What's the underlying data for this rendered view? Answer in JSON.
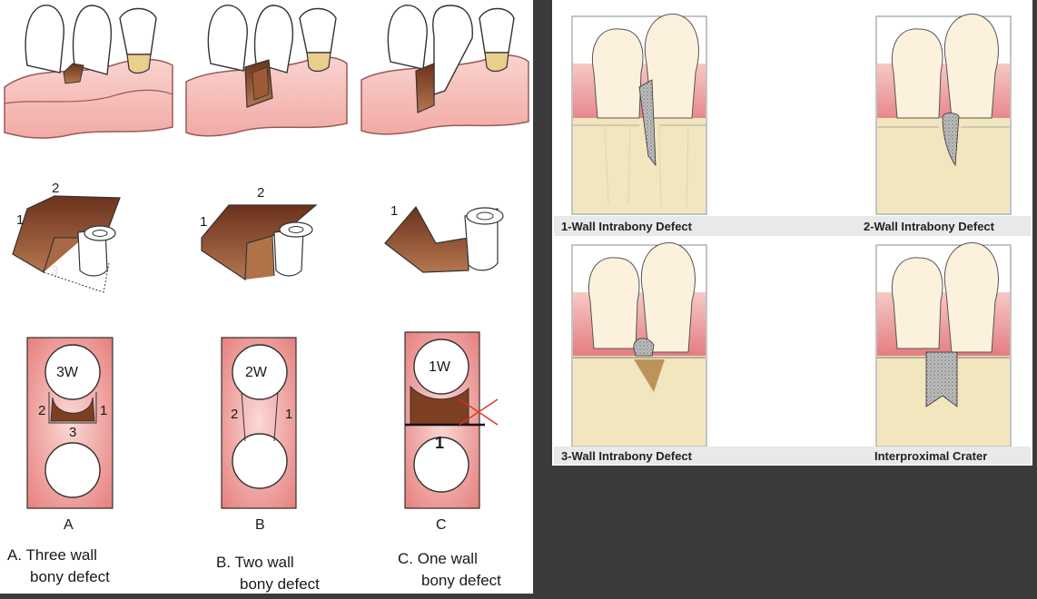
{
  "left_figure": {
    "columns": [
      {
        "letter": "A",
        "caption_line1": "A. Three wall",
        "caption_line2": "bony defect",
        "occlusal_label": "3W",
        "wall_numbers": [
          "1",
          "2",
          "3"
        ]
      },
      {
        "letter": "B",
        "caption_line1": "B. Two wall",
        "caption_line2": "bony defect",
        "occlusal_label": "2W",
        "wall_numbers": [
          "1",
          "2"
        ]
      },
      {
        "letter": "C",
        "caption_line1": "C. One wall",
        "caption_line2": "bony defect",
        "occlusal_label": "1W",
        "wall_numbers": [
          "1"
        ]
      }
    ],
    "annotation_number": "1"
  },
  "right_figure": {
    "panels": [
      {
        "caption": "1-Wall Intrabony Defect"
      },
      {
        "caption": "2-Wall Intrabony Defect"
      },
      {
        "caption": "3-Wall Intrabony Defect"
      },
      {
        "caption": "Interproximal Crater"
      }
    ]
  },
  "colors": {
    "background": "#3b3b3b",
    "gingiva": "#f4b9b5",
    "gingiva_dark": "#e98f8c",
    "bone_defect": "#8a4a2c",
    "tooth": "#ffffff",
    "root_tan": "#e8cf8e",
    "alveolar_bone": "#f2e6bf",
    "annotation_red": "#d9341f"
  }
}
